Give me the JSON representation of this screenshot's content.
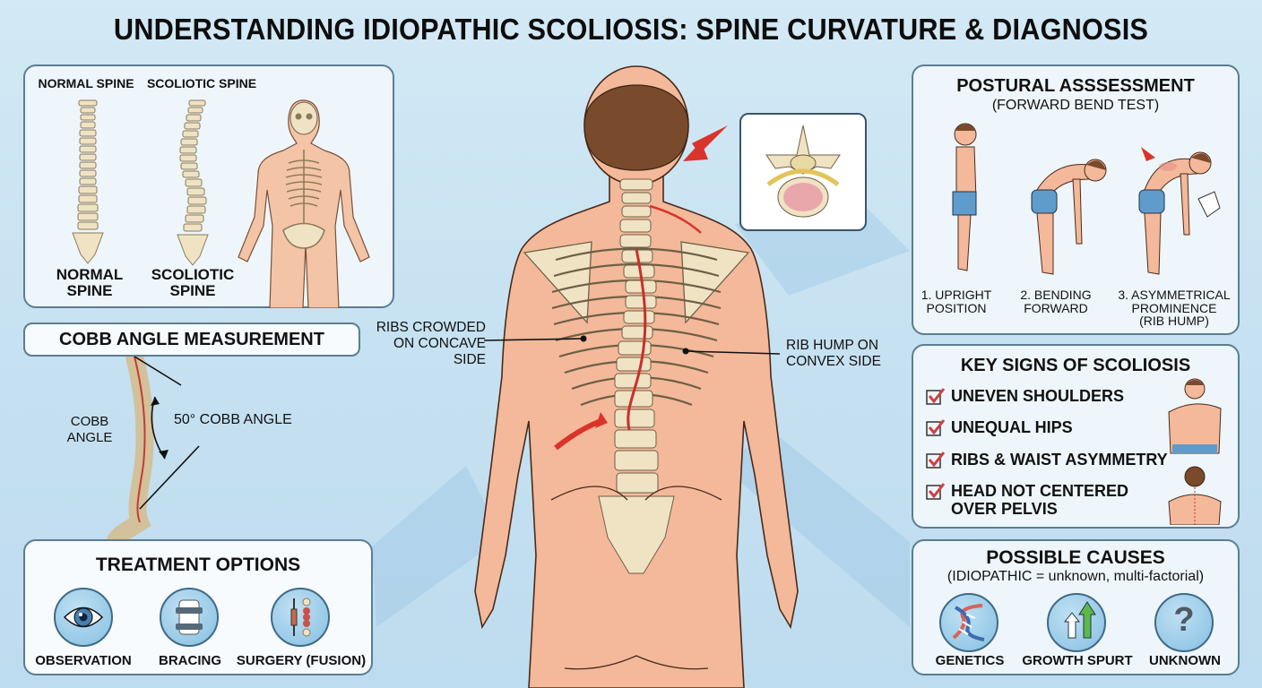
{
  "title": "UNDERSTANDING IDIOPATHIC SCOLIOSIS: SPINE CURVATURE & DIAGNOSIS",
  "spine_comparison": {
    "header_left": "NORMAL SPINE",
    "header_right": "SCOLIOTIC SPINE",
    "label_left_line1": "NORMAL",
    "label_left_line2": "SPINE",
    "label_right_line1": "SCOLIOTIC",
    "label_right_line2": "SPINE"
  },
  "cobb": {
    "title": "COBB ANGLE MEASUREMENT",
    "side_label_line1": "COBB",
    "side_label_line2": "ANGLE",
    "angle_label": "50° COBB ANGLE"
  },
  "treatment": {
    "title": "TREATMENT OPTIONS",
    "options": [
      {
        "label": "OBSERVATION",
        "icon": "eye-icon"
      },
      {
        "label": "BRACING",
        "icon": "brace-icon"
      },
      {
        "label": "SURGERY (FUSION)",
        "icon": "spinal-fusion-icon"
      }
    ]
  },
  "center": {
    "callout_left_line1": "RIBS CROWDED",
    "callout_left_line2": "ON CONCAVE",
    "callout_left_line3": "SIDE",
    "callout_right_line1": "RIB HUMP ON",
    "callout_right_line2": "CONVEX SIDE"
  },
  "postural": {
    "title": "POSTURAL ASSSESSMENT",
    "subtitle": "(FORWARD BEND TEST)",
    "steps": [
      {
        "line1": "1. UPRIGHT",
        "line2": "POSITION",
        "line3": ""
      },
      {
        "line1": "2. BENDING",
        "line2": "FORWARD",
        "line3": ""
      },
      {
        "line1": "3. ASYMMETRICAL",
        "line2": "PROMINENCE",
        "line3": "(RIB HUMP)"
      }
    ]
  },
  "key_signs": {
    "title": "KEY SIGNS OF SCOLIOSIS",
    "items": [
      {
        "line1": "UNEVEN SHOULDERS",
        "line2": ""
      },
      {
        "line1": "UNEQUAL HIPS",
        "line2": ""
      },
      {
        "line1": "RIBS & WAIST ASYMMETRY",
        "line2": ""
      },
      {
        "line1": "HEAD NOT CENTERED",
        "line2": "OVER PELVIS"
      }
    ]
  },
  "causes": {
    "title": "POSSIBLE CAUSES",
    "subtitle": "(IDIOPATHIC = unknown, multi-factorial)",
    "items": [
      {
        "label": "GENETICS",
        "icon": "dna-icon"
      },
      {
        "label": "GROWTH SPURT",
        "icon": "growth-arrows-icon"
      },
      {
        "label": "UNKNOWN",
        "icon": "question-mark-icon"
      }
    ]
  },
  "colors": {
    "background": "#c8e2f2",
    "panel_border": "#5b7d93",
    "skin": "#f2b89a",
    "bone": "#efe3c4",
    "accent_red": "#d9342b",
    "hair": "#7a4a2c",
    "shorts": "#5f9ccc"
  }
}
